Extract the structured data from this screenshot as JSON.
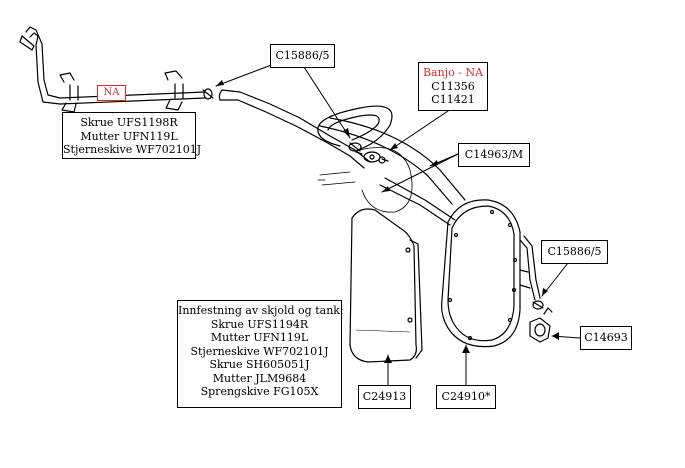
{
  "na_marker": "NA",
  "boxes": {
    "pipe_fasteners": [
      "Skrue UFS1198R",
      "Mutter UFN119L",
      "Stjerneskive WF702101J"
    ],
    "clip_top": "C15886/5",
    "banjo": {
      "title": "Banjo - NA",
      "parts": [
        "C11356",
        "C11421"
      ]
    },
    "hose": "C14963/M",
    "clip_right": "C15886/5",
    "tap": "C14693",
    "mounting": [
      "Innfestning av skjold og tank:",
      "Skrue UFS1194R",
      "Mutter UFN119L",
      "Stjerneskive WF702101J",
      "Skrue SH605051J",
      "Mutter JLM9684",
      "Sprengskive FG105X"
    ],
    "shield": "C24913",
    "tank": "C24910*"
  },
  "colors": {
    "accent_red": "#d62b2b",
    "line": "#000000"
  }
}
